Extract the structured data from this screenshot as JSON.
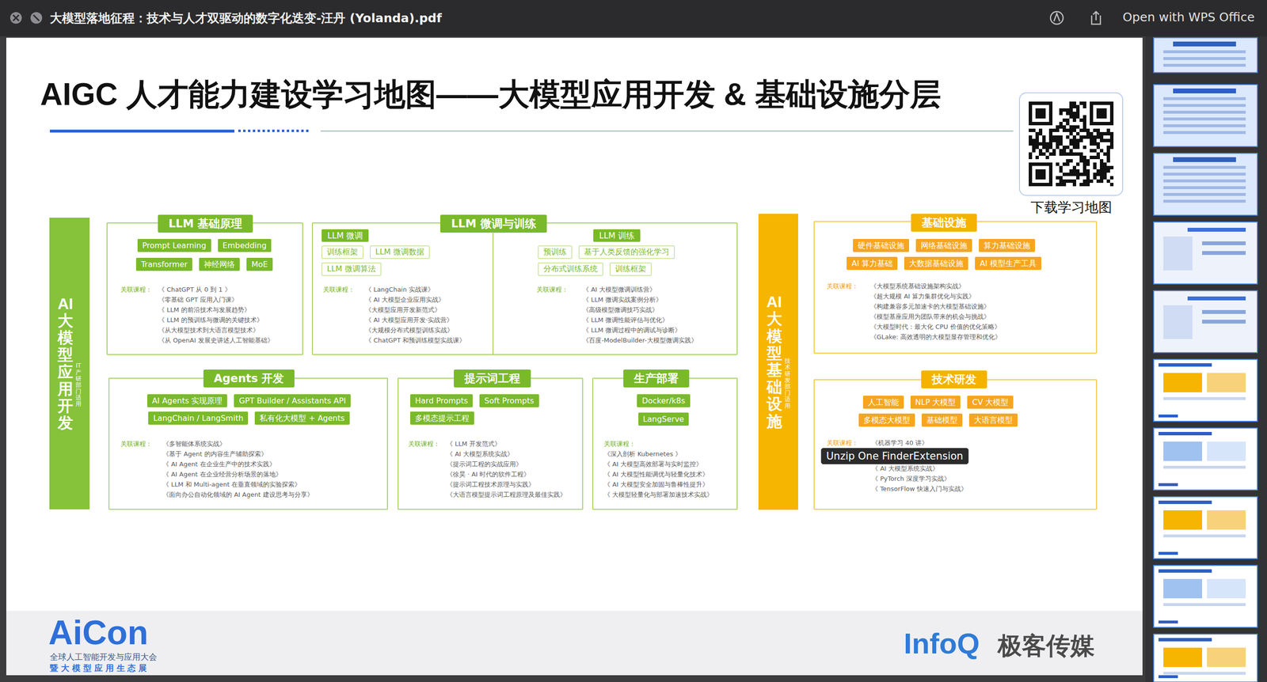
{
  "diagram": {
    "title": "AIGC 人才能力建设学习地图——大模型应用开发 & 基础设施分层",
    "nodes": [
      {
        "text": [
          "AI大模型应用开发",
          "IT产研部门适用"
        ]
      },
      {
        "text": [
          "LLM 基础原理",
          "关联课程：",
          "《 ChatGPT 从 0 到 1 》",
          "《零基础 GPT 应用入门课》",
          "《 LLM 的前沿技术与发展趋势》",
          "《 LLM 的预训练与微调的关键技术》",
          "《从大模型技术到大语言模型技术》",
          "《从 OpenAI 发展史讲述人工智能基础》"
        ]
      },
      {
        "text": [
          "Prompt Learning"
        ],
        "in": 1
      },
      {
        "text": [
          "Embedding"
        ],
        "in": 1
      },
      {
        "text": [
          "Transformer"
        ],
        "in": 1
      },
      {
        "text": [
          "神经网络"
        ],
        "in": 1
      },
      {
        "text": [
          "MoE"
        ],
        "in": 1
      },
      {
        "text": [
          "LLM 微调与训练"
        ]
      },
      {
        "text": [
          "LLM 微调",
          "关联课程：",
          "《 LangChain 实战课》",
          "《 AI 大模型企业应用实战》",
          "《大模型应用开发新范式》",
          "《 AI 大模型应用开发·实战营》",
          "《大规模分布式模型训练实战》",
          "《 ChatGPT 和预训练模型实战课》"
        ],
        "in": 7
      },
      {
        "text": [
          "训练框架"
        ],
        "in": 8
      },
      {
        "text": [
          "LLM 微调数据"
        ],
        "in": 8
      },
      {
        "text": [
          "LLM 微调算法"
        ],
        "in": 8
      },
      {
        "text": [
          "LLM 训练",
          "关联课程：",
          "《 AI 大模型微调训练营》",
          "《 LLM 微调实战案例分析》",
          "《高级模型微调技巧实战》",
          "《 LLM 微调性能评估与优化》",
          "《 LLM 微调过程中的调试与诊断》",
          "《百度-ModelBuilder-大模型微调实践》"
        ],
        "in": 7
      },
      {
        "text": [
          "预训练"
        ],
        "in": 12
      },
      {
        "text": [
          "基于人类反馈的强化学习"
        ],
        "in": 12
      },
      {
        "text": [
          "分布式训练系统"
        ],
        "in": 12
      },
      {
        "text": [
          "训练框架"
        ],
        "in": 12
      },
      {
        "text": [
          "Agents 开发",
          "关联课程：",
          "《多智能体系统实战》",
          "《基于 Agent 的内容生产辅助探索》",
          "《 AI Agent 在企业生产中的技术实践》",
          "《 AI Agent 在企业经营分析场景的落地》",
          "《 LLM 和 Multi-agent 在垂直领域的实验探索》",
          "《面向办公自动化领域的 AI Agent 建设思考与分享》"
        ]
      },
      {
        "text": [
          "AI Agents 实现原理"
        ],
        "in": 17
      },
      {
        "text": [
          "GPT Builder / Assistants API"
        ],
        "in": 17
      },
      {
        "text": [
          "LangChain / LangSmith"
        ],
        "in": 17
      },
      {
        "text": [
          "私有化大模型 + Agents"
        ],
        "in": 17
      },
      {
        "text": [
          "提示词工程",
          "关联课程：",
          "《 LLM 开发范式》",
          "《 AI 大模型系统实战》",
          "《提示词工程的实战应用》",
          "《徐昊 · AI 时代的软件工程》",
          "《提示词工程技术原理与实践》",
          "《大语言模型提示词工程原理及最佳实践》"
        ]
      },
      {
        "text": [
          "Hard Prompts"
        ],
        "in": 22
      },
      {
        "text": [
          "Soft Prompts"
        ],
        "in": 22
      },
      {
        "text": [
          "多模态提示工程"
        ],
        "in": 22
      },
      {
        "text": [
          "生产部署",
          "关联课程：",
          "《深入剖析 Kubernetes 》",
          "《 AI 大模型高效部署与实时监控》",
          "《 AI 大模型性能调优与轻量化技术》",
          "《 AI 大模型安全加固与鲁棒性提升》",
          "《 大模型轻量化与部署加速技术实战》"
        ]
      },
      {
        "text": [
          "Docker/k8s"
        ],
        "in": 26
      },
      {
        "text": [
          "LangServe"
        ],
        "in": 26
      },
      {
        "text": [
          "AI大模型基础设施",
          "技术研发部门适用"
        ]
      },
      {
        "text": [
          "基础设施",
          "关联课程：",
          "《大模型系统基础设施架构实战》",
          "《超大规模 AI 算力集群优化与实践》",
          "《构建兼容多元加速卡的大模型基础设施》",
          "《模型基座应用为团队带来的机会与挑战》",
          "《大模型时代：最大化 CPU 价值的优化策略》",
          "《GLake: 高效透明的大模型显存管理和优化》"
        ]
      },
      {
        "text": [
          "硬件基础设施"
        ],
        "in": 30
      },
      {
        "text": [
          "网络基础设施"
        ],
        "in": 30
      },
      {
        "text": [
          "算力基础设施"
        ],
        "in": 30
      },
      {
        "text": [
          "AI 算力基础"
        ],
        "in": 30
      },
      {
        "text": [
          "大数据基础设施"
        ],
        "in": 30
      },
      {
        "text": [
          "AI 模型生产工具"
        ],
        "in": 30
      },
      {
        "text": [
          "技术研发",
          "关联课程：",
          "《机器学习 40 讲》",
          "《 AI 大模型系统实战》",
          "《 PyTorch 深度学习实战》",
          "《 TensorFlow 快速入门与实战》"
        ]
      },
      {
        "text": [
          "人工智能"
        ],
        "in": 37
      },
      {
        "text": [
          "NLP 大模型"
        ],
        "in": 37
      },
      {
        "text": [
          "CV 大模型"
        ],
        "in": 37
      },
      {
        "text": [
          "多模态大模型"
        ],
        "in": 37
      },
      {
        "text": [
          "基础模型"
        ],
        "in": 37
      },
      {
        "text": [
          "大语言模型"
        ],
        "in": 37
      }
    ],
    "labels": [
      "大模型落地征程：技术与人才双驱动的数字化迭变-汪丹 (Yolanda).pdf",
      "Open with WPS Office",
      "下载学习地图",
      "Unzip One FinderExtension",
      "AiCon",
      "全球人工智能开发与应用大会",
      "暨 大 模 型 应 用 生 态 展",
      "InfoQ",
      "极客传媒"
    ]
  }
}
